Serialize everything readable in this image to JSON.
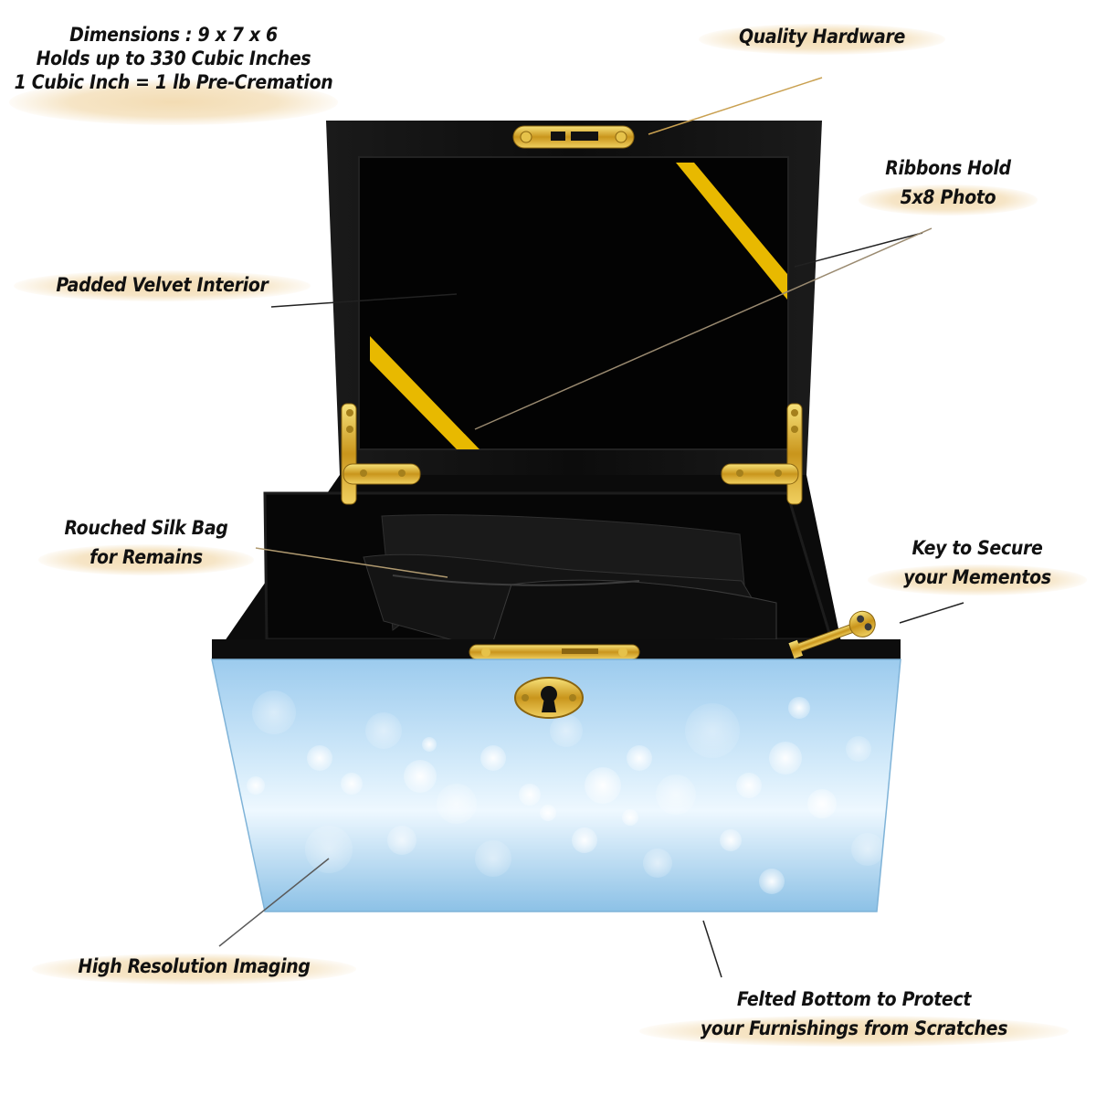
{
  "product": {
    "type": "cremation keepsake box",
    "lid_interior_color": "#050505",
    "front_panel_colors": [
      "#8ec3e8",
      "#d9eefb",
      "#ffffff"
    ],
    "hardware_color": "#d4a92a",
    "ribbon_color": "#e2b400"
  },
  "callouts": [
    {
      "id": "dimensions",
      "lines": [
        "Dimensions : 9 x 7 x 6",
        "Holds up to 330 Cubic Inches",
        "1 Cubic Inch = 1 lb Pre-Cremation"
      ]
    },
    {
      "id": "quality-hardware",
      "lines": [
        "Quality Hardware"
      ]
    },
    {
      "id": "ribbons",
      "lines": [
        "Ribbons Hold",
        "5x8 Photo"
      ]
    },
    {
      "id": "padded-velvet",
      "lines": [
        "Padded Velvet Interior"
      ]
    },
    {
      "id": "silk-bag",
      "lines": [
        "Rouched Silk Bag",
        "for Remains"
      ]
    },
    {
      "id": "key",
      "lines": [
        "Key to Secure",
        "your Mementos"
      ]
    },
    {
      "id": "high-res",
      "lines": [
        "High Resolution Imaging"
      ]
    },
    {
      "id": "felted-bottom",
      "lines": [
        "Felted Bottom to Protect",
        "your Furnishings from Scratches"
      ]
    }
  ]
}
